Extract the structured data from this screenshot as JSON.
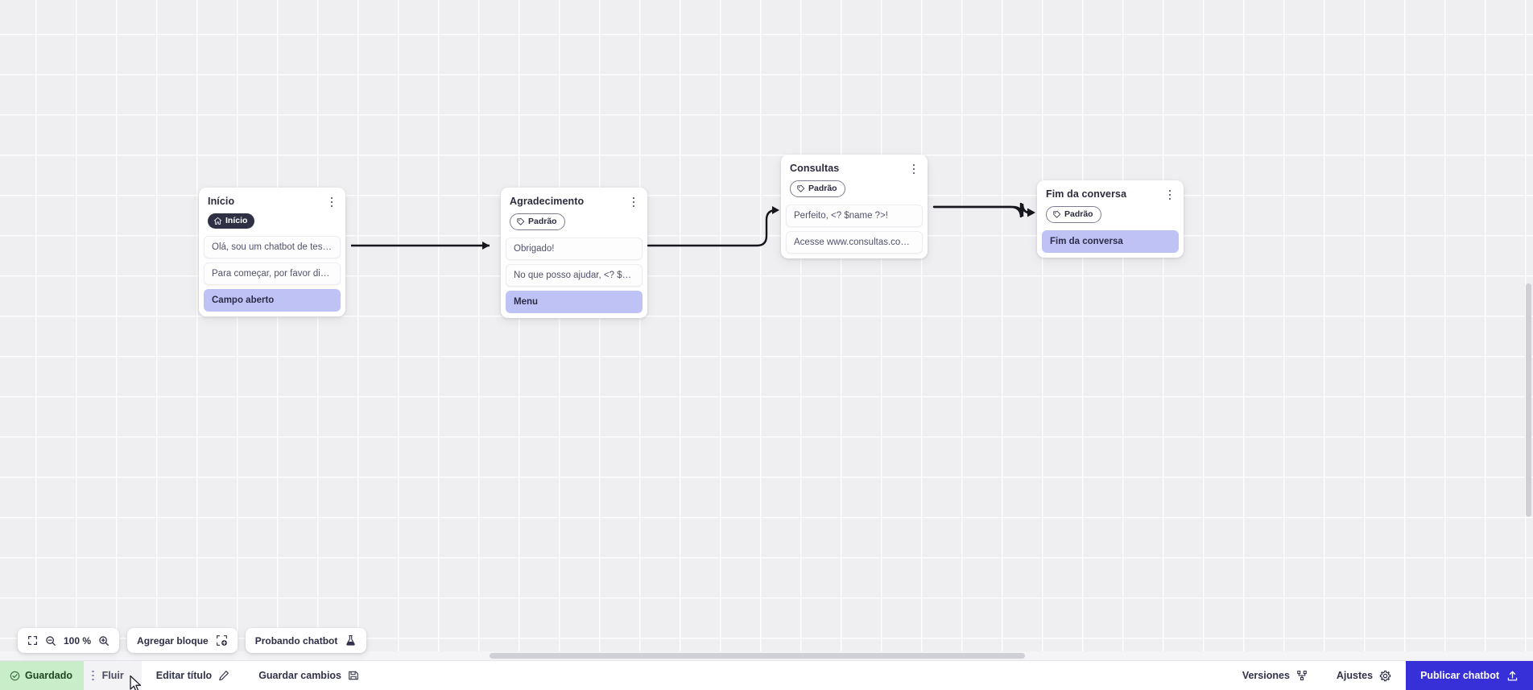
{
  "canvas": {
    "zoom_label": "100 %",
    "nodes": [
      {
        "id": "inicio",
        "title": "Início",
        "badge": {
          "label": "Início",
          "icon": "home-icon",
          "style": "dark"
        },
        "messages": [
          {
            "text": "Olá, sou um chatbot de teste!",
            "kind": "message"
          },
          {
            "text": "Para começar, por favor digite o ...",
            "kind": "message"
          },
          {
            "text": "Campo aberto",
            "kind": "action"
          }
        ]
      },
      {
        "id": "agradecimento",
        "title": "Agradecimento",
        "badge": {
          "label": "Padrão",
          "icon": "tag-icon",
          "style": "outline"
        },
        "messages": [
          {
            "text": "Obrigado!",
            "kind": "message"
          },
          {
            "text": "No que posso ajudar, <? $name ...",
            "kind": "message"
          },
          {
            "text": "Menu",
            "kind": "action"
          }
        ]
      },
      {
        "id": "consultas",
        "title": "Consultas",
        "badge": {
          "label": "Padrão",
          "icon": "tag-icon",
          "style": "outline"
        },
        "messages": [
          {
            "text": "Perfeito, <? $name ?>!",
            "kind": "message"
          },
          {
            "text": "Acesse www.consultas.com par...",
            "kind": "message"
          }
        ]
      },
      {
        "id": "fim-da-conversa",
        "title": "Fim da conversa",
        "badge": {
          "label": "Padrão",
          "icon": "tag-icon",
          "style": "outline"
        },
        "messages": [
          {
            "text": "Fim da conversa",
            "kind": "action"
          }
        ]
      }
    ]
  },
  "float_toolbar": {
    "fit_icon": "fit-screen-icon",
    "zoom_out_icon": "zoom-out-icon",
    "zoom_level": "100 %",
    "zoom_in_icon": "zoom-in-icon",
    "add_block_label": "Agregar bloque",
    "add_block_icon": "add-block-icon",
    "test_chatbot_label": "Probando chatbot",
    "test_chatbot_icon": "flask-icon"
  },
  "statusbar": {
    "saved_label": "Guardado",
    "saved_icon": "check-circle-icon",
    "tab_label": "Fluir",
    "tab_menu_icon": "kebab-icon",
    "edit_title_label": "Editar título",
    "edit_title_icon": "pencil-icon",
    "save_changes_label": "Guardar cambios",
    "save_changes_icon": "floppy-icon",
    "versions_label": "Versiones",
    "versions_icon": "branch-icon",
    "settings_label": "Ajustes",
    "settings_icon": "gear-icon",
    "publish_label": "Publicar chatbot",
    "publish_icon": "upload-icon"
  },
  "colors": {
    "accent": "#3730d8",
    "action_chip": "#bfc2f5",
    "saved_chip": "#c8edc8",
    "badge_dark": "#2f3043",
    "canvas_bg": "#efeff1"
  }
}
